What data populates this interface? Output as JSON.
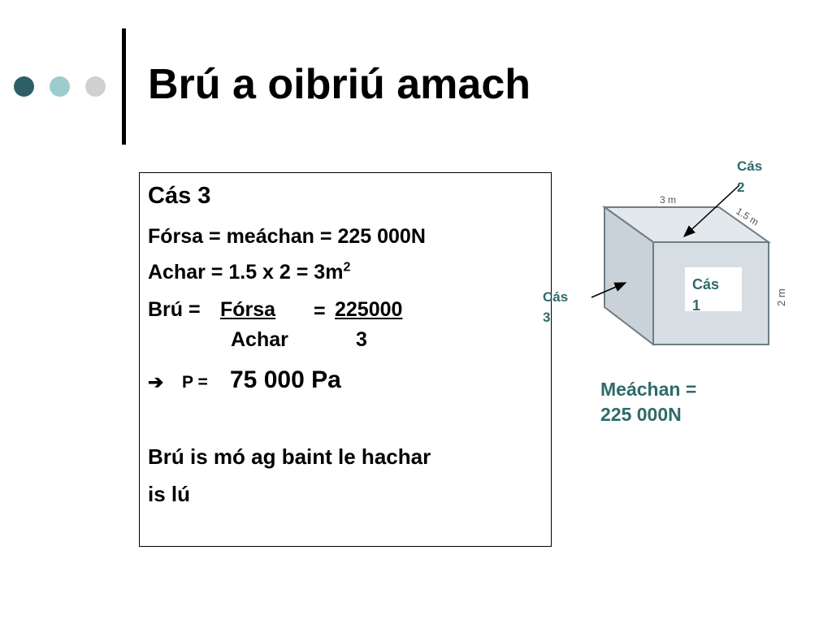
{
  "title": "Brú a oibriú amach",
  "case_box": {
    "heading": "Cás 3",
    "force_line": "Fórsa = meáchan = 225 000N",
    "area_prefix": "Achar = 1.5 x 2 = 3m",
    "area_exp": "2",
    "pressure_label": "Brú =",
    "numerator_word": "Fórsa",
    "equals": "=",
    "numerator_value": "225000",
    "denominator_word": "Achar",
    "denominator_value": "3",
    "arrow_glyph": "➔",
    "result_prefix": "P =",
    "result_value": "75 000 Pa",
    "conclusion_line1": "Brú is mó ag baint le hachar",
    "conclusion_line2": "is lú"
  },
  "diagram": {
    "dim_top": "3 m",
    "dim_side": "1.5 m",
    "dim_height": "2 m",
    "case1_line1": "Cás",
    "case1_line2": "1",
    "case2_line1": "Cás",
    "case2_line2": "2",
    "case3_line1": "Cás",
    "case3_line2": "3",
    "weight_line1": "Meáchan =",
    "weight_line2": "225 000N"
  },
  "colors": {
    "teal_text": "#2f6b6b",
    "dot_dark": "#2f5f66",
    "dot_light": "#9ccccc",
    "dot_grey": "#d0d0d0"
  }
}
